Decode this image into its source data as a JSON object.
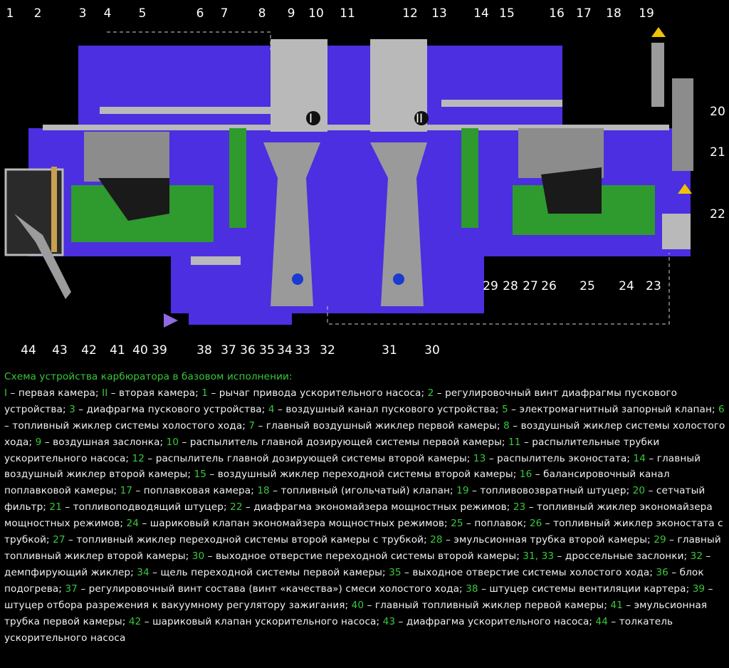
{
  "callouts_top": [
    "1",
    "2",
    "3",
    "4",
    "5",
    "6",
    "7",
    "8",
    "9",
    "10",
    "11",
    "12",
    "13",
    "14",
    "15",
    "16",
    "17",
    "18",
    "19"
  ],
  "callouts_right": [
    "20",
    "21",
    "22"
  ],
  "callouts_bottom": [
    "44",
    "43",
    "42",
    "41",
    "40",
    "39",
    "38",
    "37",
    "36",
    "35",
    "34",
    "33",
    "32",
    "31",
    "30",
    "29",
    "28",
    "27",
    "26",
    "25",
    "24",
    "23"
  ],
  "chamber_labels": [
    "I",
    "II"
  ],
  "colors": {
    "body": "#4b2fe0",
    "channel": "#b9b9b9",
    "fuel": "#2f9a2e",
    "gray": "#8c8c8c"
  },
  "caption": {
    "title": "Схема устройства карбюратора в базовом исполнении:",
    "items": [
      {
        "n": "I",
        "t": "первая камера"
      },
      {
        "n": "II",
        "t": "вторая камера"
      },
      {
        "n": "1",
        "t": "рычаг привода ускорительного насоса"
      },
      {
        "n": "2",
        "t": "регулировочный винт диафрагмы пускового устройства"
      },
      {
        "n": "3",
        "t": "диафрагма пускового устройства"
      },
      {
        "n": "4",
        "t": "воздушный канал пускового устройства"
      },
      {
        "n": "5",
        "t": "электромагнитный запорный клапан"
      },
      {
        "n": "6",
        "t": "топливный жиклер системы холостого хода"
      },
      {
        "n": "7",
        "t": "главный воздушный жиклер первой камеры"
      },
      {
        "n": "8",
        "t": "воздушный жиклер системы холостого хода"
      },
      {
        "n": "9",
        "t": "воздушная заслонка"
      },
      {
        "n": "10",
        "t": "распылитель главной дозирующей системы первой камеры"
      },
      {
        "n": "11",
        "t": "распылительные трубки ускорительного насоса"
      },
      {
        "n": "12",
        "t": "распылитель главной дозирующей системы второй камеры"
      },
      {
        "n": "13",
        "t": "распылитель эконостата"
      },
      {
        "n": "14",
        "t": "главный воздушный жиклер второй камеры"
      },
      {
        "n": "15",
        "t": "воздушный жиклер переходной системы второй камеры"
      },
      {
        "n": "16",
        "t": "балансировочный канал поплавковой камеры"
      },
      {
        "n": "17",
        "t": "поплавковая камера"
      },
      {
        "n": "18",
        "t": "топливный (игольчатый) клапан"
      },
      {
        "n": "19",
        "t": "топливовозвратный штуцер"
      },
      {
        "n": "20",
        "t": "сетчатый фильтр"
      },
      {
        "n": "21",
        "t": "топливоподводящий штуцер"
      },
      {
        "n": "22",
        "t": "диафрагма экономайзера мощностных режимов"
      },
      {
        "n": "23",
        "t": "топливный жиклер экономайзера мощностных режимов"
      },
      {
        "n": "24",
        "t": "шариковый клапан экономайзера мощностных режимов"
      },
      {
        "n": "25",
        "t": "поплавок"
      },
      {
        "n": "26",
        "t": "топливный жиклер эконостата с трубкой"
      },
      {
        "n": "27",
        "t": "топливный жиклер переходной системы второй камеры с трубкой"
      },
      {
        "n": "28",
        "t": "эмульсионная трубка второй камеры"
      },
      {
        "n": "29",
        "t": "главный топливный жиклер второй камеры"
      },
      {
        "n": "30",
        "t": "выходное отверстие переходной системы второй камеры"
      },
      {
        "n": "31, 33",
        "t": "дроссельные заслонки"
      },
      {
        "n": "32",
        "t": "демпфирующий жиклер"
      },
      {
        "n": "34",
        "t": "щель переходной системы первой камеры"
      },
      {
        "n": "35",
        "t": "выходное отверстие системы холостого хода"
      },
      {
        "n": "36",
        "t": "блок подогрева"
      },
      {
        "n": "37",
        "t": "регулировочный винт состава (винт «качества») смеси холостого хода"
      },
      {
        "n": "38",
        "t": "штуцер системы вентиляции картера"
      },
      {
        "n": "39",
        "t": "штуцер отбора разрежения к вакуумному регулятору зажигания"
      },
      {
        "n": "40",
        "t": "главный топливный жиклер первой камеры"
      },
      {
        "n": "41",
        "t": "эмульсионная трубка первой камеры"
      },
      {
        "n": "42",
        "t": "шариковый клапан ускорительного насоса"
      },
      {
        "n": "43",
        "t": "диафрагма ускорительного насоса"
      },
      {
        "n": "44",
        "t": "толкатель ускорительного насоса"
      }
    ]
  }
}
